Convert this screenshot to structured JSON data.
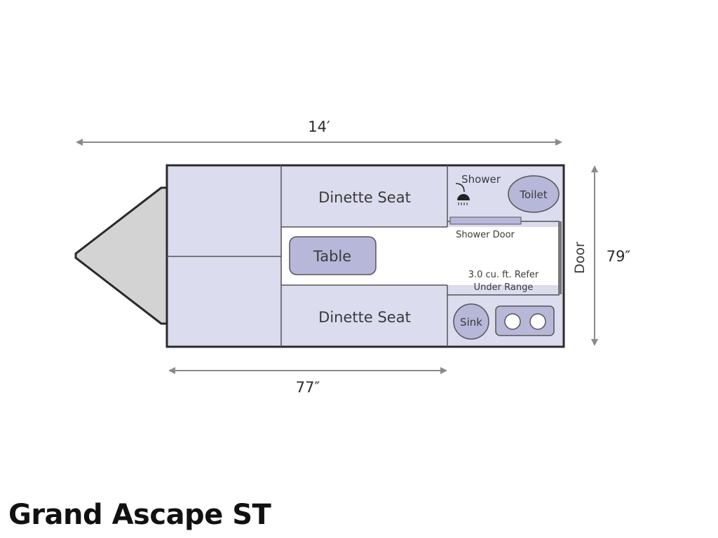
{
  "title": "Grand Ascape ST",
  "dimensions": {
    "length": "14′",
    "width": "79″",
    "bed": "77″"
  },
  "rooms": {
    "dinette_top": "Dinette Seat",
    "dinette_bottom": "Dinette Seat",
    "table": "Table",
    "shower": "Shower",
    "toilet": "Toilet",
    "shower_door": "Shower Door",
    "refer_line1": "3.0 cu. ft. Refer",
    "refer_line2": "Under Range",
    "sink": "Sink",
    "door": "Door"
  },
  "icons": [
    "shower-head-icon",
    "stove-burner-icon"
  ],
  "colors": {
    "fill": "#dcdcef",
    "fixture": "#b7b7d9",
    "tongue": "#d3d3d3",
    "outline": "#2a2a2a",
    "arrow": "#8a8a8a"
  }
}
